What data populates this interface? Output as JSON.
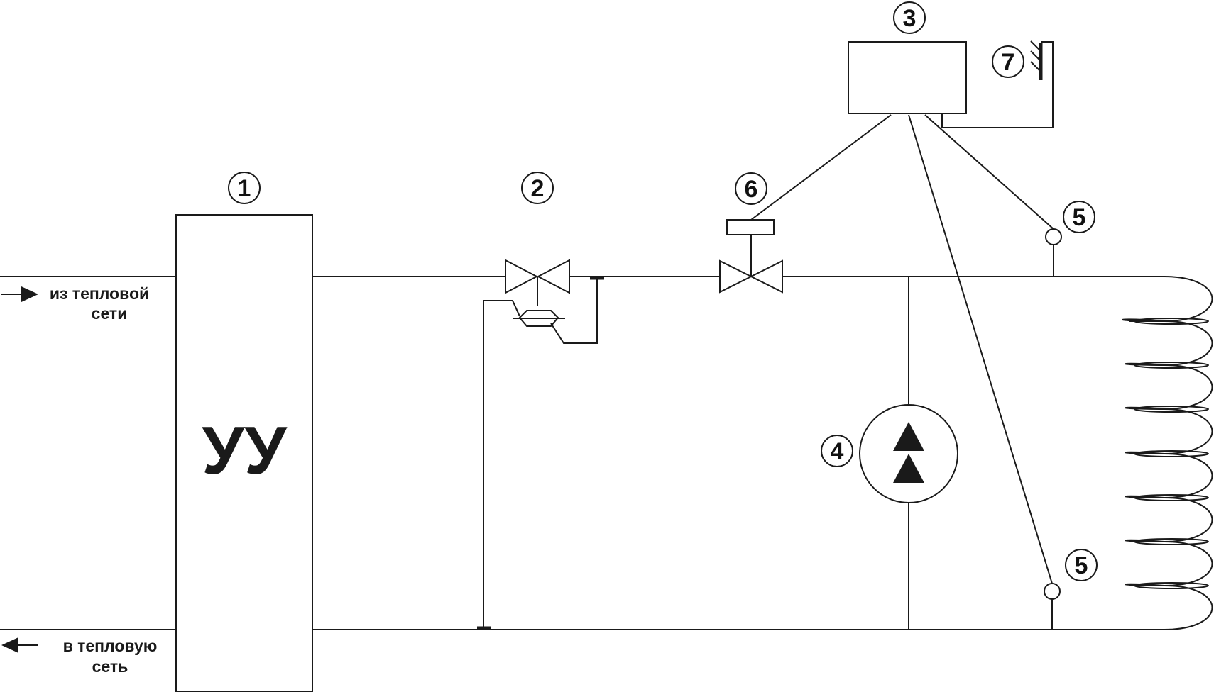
{
  "main_unit": {
    "label": "УУ"
  },
  "markers": {
    "m1": "1",
    "m2": "2",
    "m3": "3",
    "m4": "4",
    "m5a": "5",
    "m5b": "5",
    "m6": "6",
    "m7": "7"
  },
  "labels": {
    "supply_line1": "из тепловой",
    "supply_line2": "сети",
    "return_line1": "в тепловую",
    "return_line2": "сеть"
  },
  "icons": {
    "supply_arrow": "arrow-right-icon",
    "return_arrow": "arrow-left-icon",
    "pump": "circulation-pump-icon",
    "outdoor_sensor": "outdoor-temperature-sensor-icon",
    "valve": "valve-icon"
  }
}
